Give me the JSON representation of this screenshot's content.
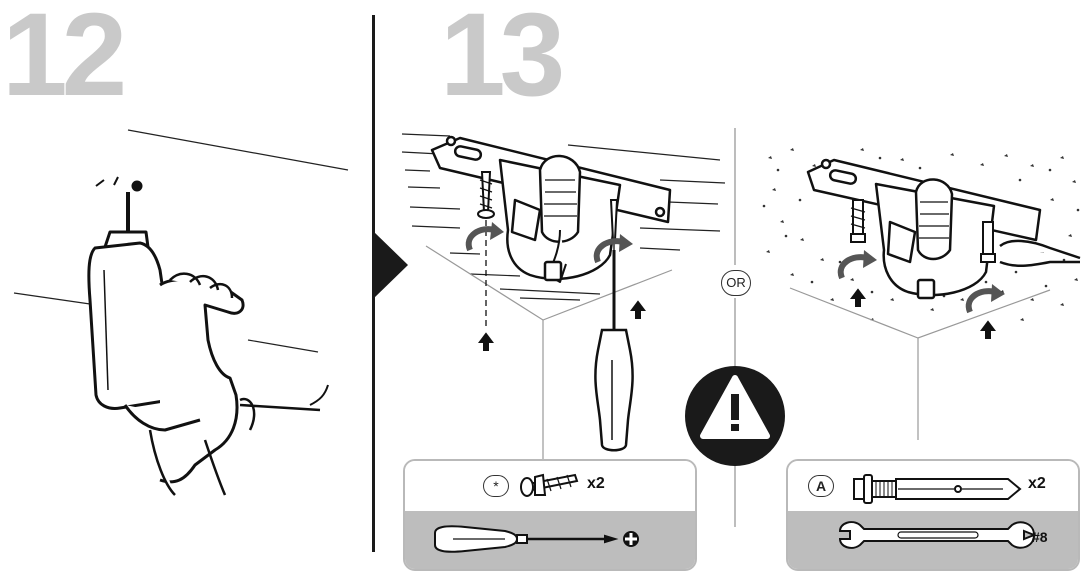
{
  "steps": {
    "left_number": "12",
    "right_number": "13"
  },
  "or_label": "OR",
  "left_box": {
    "part_symbol": "*",
    "quantity": "x2"
  },
  "right_box": {
    "part_letter": "A",
    "quantity": "x2",
    "wrench_size": "#8"
  },
  "colors": {
    "step_number": "#c9c9c9",
    "ink": "#1a1a1a",
    "box_shade": "#bdbdbd"
  },
  "icons": [
    "power-drill-icon",
    "ceiling-bracket-icon",
    "screwdriver-icon",
    "warning-icon",
    "wrench-icon",
    "wood-screw-icon",
    "anchor-bolt-icon",
    "phillips-icon"
  ]
}
